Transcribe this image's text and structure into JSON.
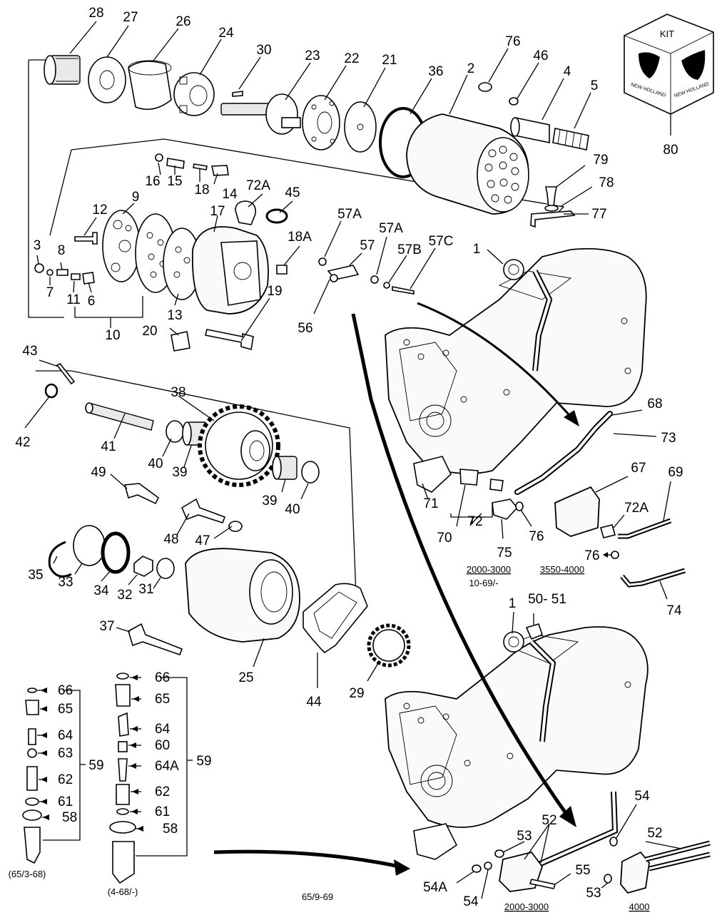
{
  "callouts": [
    {
      "id": "28",
      "label": "28"
    },
    {
      "id": "27",
      "label": "27"
    },
    {
      "id": "26",
      "label": "26"
    },
    {
      "id": "24",
      "label": "24"
    },
    {
      "id": "30",
      "label": "30"
    },
    {
      "id": "23",
      "label": "23"
    },
    {
      "id": "22",
      "label": "22"
    },
    {
      "id": "21",
      "label": "21"
    },
    {
      "id": "36",
      "label": "36"
    },
    {
      "id": "2",
      "label": "2"
    },
    {
      "id": "76a",
      "label": "76"
    },
    {
      "id": "46",
      "label": "46"
    },
    {
      "id": "4",
      "label": "4"
    },
    {
      "id": "5",
      "label": "5"
    },
    {
      "id": "80",
      "label": "80"
    },
    {
      "id": "16",
      "label": "16"
    },
    {
      "id": "15",
      "label": "15"
    },
    {
      "id": "18",
      "label": "18"
    },
    {
      "id": "14",
      "label": "14"
    },
    {
      "id": "72Aa",
      "label": "72A"
    },
    {
      "id": "45",
      "label": "45"
    },
    {
      "id": "79",
      "label": "79"
    },
    {
      "id": "78",
      "label": "78"
    },
    {
      "id": "77",
      "label": "77"
    },
    {
      "id": "12",
      "label": "12"
    },
    {
      "id": "9",
      "label": "9"
    },
    {
      "id": "17",
      "label": "17"
    },
    {
      "id": "57Aa",
      "label": "57A"
    },
    {
      "id": "57Ab",
      "label": "57A"
    },
    {
      "id": "57",
      "label": "57"
    },
    {
      "id": "57B",
      "label": "57B"
    },
    {
      "id": "57C",
      "label": "57C"
    },
    {
      "id": "1a",
      "label": "1"
    },
    {
      "id": "3",
      "label": "3"
    },
    {
      "id": "8",
      "label": "8"
    },
    {
      "id": "7",
      "label": "7"
    },
    {
      "id": "11",
      "label": "11"
    },
    {
      "id": "6",
      "label": "6"
    },
    {
      "id": "13",
      "label": "13"
    },
    {
      "id": "18A",
      "label": "18A"
    },
    {
      "id": "19",
      "label": "19"
    },
    {
      "id": "10",
      "label": "10"
    },
    {
      "id": "20",
      "label": "20"
    },
    {
      "id": "56",
      "label": "56"
    },
    {
      "id": "43",
      "label": "43"
    },
    {
      "id": "42",
      "label": "42"
    },
    {
      "id": "41",
      "label": "41"
    },
    {
      "id": "38",
      "label": "38"
    },
    {
      "id": "40a",
      "label": "40"
    },
    {
      "id": "39a",
      "label": "39"
    },
    {
      "id": "39b",
      "label": "39"
    },
    {
      "id": "40b",
      "label": "40"
    },
    {
      "id": "49",
      "label": "49"
    },
    {
      "id": "48",
      "label": "48"
    },
    {
      "id": "47",
      "label": "47"
    },
    {
      "id": "68",
      "label": "68"
    },
    {
      "id": "73",
      "label": "73"
    },
    {
      "id": "67",
      "label": "67"
    },
    {
      "id": "69",
      "label": "69"
    },
    {
      "id": "72Ab",
      "label": "72A"
    },
    {
      "id": "71",
      "label": "71"
    },
    {
      "id": "72",
      "label": "72"
    },
    {
      "id": "70",
      "label": "70"
    },
    {
      "id": "75",
      "label": "75"
    },
    {
      "id": "76b",
      "label": "76"
    },
    {
      "id": "76c",
      "label": "76"
    },
    {
      "id": "74",
      "label": "74"
    },
    {
      "id": "35",
      "label": "35"
    },
    {
      "id": "33",
      "label": "33"
    },
    {
      "id": "34",
      "label": "34"
    },
    {
      "id": "32",
      "label": "32"
    },
    {
      "id": "31",
      "label": "31"
    },
    {
      "id": "37",
      "label": "37"
    },
    {
      "id": "25",
      "label": "25"
    },
    {
      "id": "44",
      "label": "44"
    },
    {
      "id": "29",
      "label": "29"
    },
    {
      "id": "1b",
      "label": "1"
    },
    {
      "id": "50-51",
      "label": "50- 51"
    },
    {
      "id": "66a",
      "label": "66"
    },
    {
      "id": "65a",
      "label": "65"
    },
    {
      "id": "64a",
      "label": "64"
    },
    {
      "id": "63",
      "label": "63"
    },
    {
      "id": "62a",
      "label": "62"
    },
    {
      "id": "61a",
      "label": "61"
    },
    {
      "id": "58a",
      "label": "58"
    },
    {
      "id": "59a",
      "label": "59"
    },
    {
      "id": "66b",
      "label": "66"
    },
    {
      "id": "65b",
      "label": "65"
    },
    {
      "id": "64b",
      "label": "64"
    },
    {
      "id": "60",
      "label": "60"
    },
    {
      "id": "64A",
      "label": "64A"
    },
    {
      "id": "62b",
      "label": "62"
    },
    {
      "id": "61b",
      "label": "61"
    },
    {
      "id": "58b",
      "label": "58"
    },
    {
      "id": "59b",
      "label": "59"
    },
    {
      "id": "54a",
      "label": "54"
    },
    {
      "id": "52a",
      "label": "52"
    },
    {
      "id": "53a",
      "label": "53"
    },
    {
      "id": "52b",
      "label": "52"
    },
    {
      "id": "55",
      "label": "55"
    },
    {
      "id": "53b",
      "label": "53"
    },
    {
      "id": "54A",
      "label": "54A"
    },
    {
      "id": "54b",
      "label": "54"
    }
  ],
  "notes": {
    "kit": "KIT",
    "brand": "NEW HOLLAND",
    "range_2000_3000_top": "2000-3000",
    "date_10_69": "10-69/-",
    "range_3550_4000": "3550-4000",
    "date_65_3_68": "(65/3-68)",
    "date_4_68": "(4-68/-)",
    "date_65_9_69": "65/9-69",
    "range_2000_3000_bottom": "2000-3000",
    "range_4000": "4000"
  }
}
